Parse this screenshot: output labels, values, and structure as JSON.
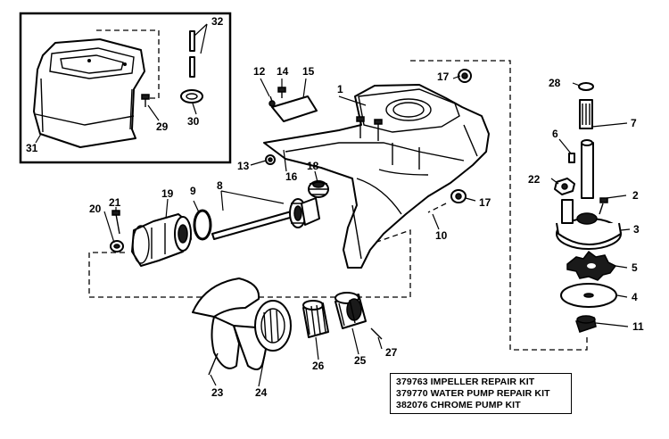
{
  "callouts": {
    "c1": "1",
    "c2": "2",
    "c3": "3",
    "c4": "4",
    "c5": "5",
    "c6": "6",
    "c7": "7",
    "c8": "8",
    "c9": "9",
    "c10": "10",
    "c11": "11",
    "c12": "12",
    "c13": "13",
    "c14": "14",
    "c15": "15",
    "c16": "16",
    "c17a": "17",
    "c17b": "17",
    "c18": "18",
    "c19": "19",
    "c20": "20",
    "c21": "21",
    "c22": "22",
    "c23": "23",
    "c24": "24",
    "c25": "25",
    "c26": "26",
    "c27": "27",
    "c28": "28",
    "c29": "29",
    "c30": "30",
    "c31": "31",
    "c32": "32"
  },
  "kits": [
    "379763 IMPELLER REPAIR KIT",
    "379770 WATER PUMP REPAIR KIT",
    "382076 CHROME PUMP KIT"
  ]
}
